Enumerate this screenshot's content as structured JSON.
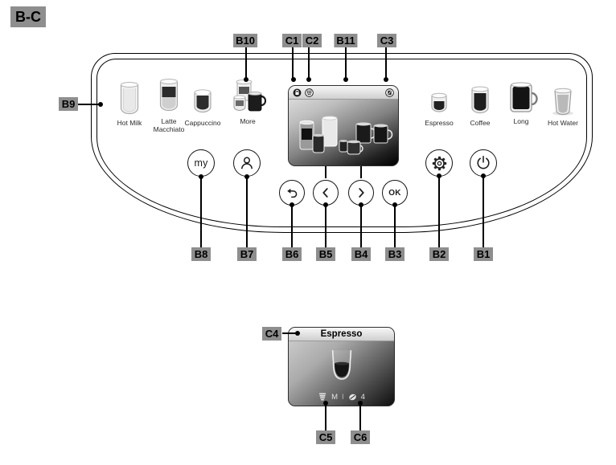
{
  "figure": {
    "label": "B-C"
  },
  "callouts": {
    "B1": "B1",
    "B2": "B2",
    "B3": "B3",
    "B4": "B4",
    "B5": "B5",
    "B6": "B6",
    "B7": "B7",
    "B8": "B8",
    "B9": "B9",
    "B10": "B10",
    "B11": "B11",
    "C1": "C1",
    "C2": "C2",
    "C3": "C3",
    "C4": "C4",
    "C5": "C5",
    "C6": "C6"
  },
  "panel": {
    "left_drinks": [
      {
        "label": "Hot Milk",
        "icon": "hot-milk-icon"
      },
      {
        "label": "Latte Macchiato",
        "icon": "latte-macchiato-icon"
      },
      {
        "label": "Cappuccino",
        "icon": "cappuccino-icon"
      },
      {
        "label": "More",
        "icon": "more-drinks-icon"
      }
    ],
    "right_drinks": [
      {
        "label": "Espresso",
        "icon": "espresso-icon"
      },
      {
        "label": "Coffee",
        "icon": "coffee-icon"
      },
      {
        "label": "Long",
        "icon": "long-icon"
      },
      {
        "label": "Hot Water",
        "icon": "hot-water-icon"
      }
    ],
    "buttons": {
      "my_label": "my",
      "ok_label": "OK",
      "icon_buttons": [
        "profile-icon",
        "back-icon",
        "chevron-left-icon",
        "chevron-right-icon",
        "gear-icon",
        "power-icon"
      ]
    },
    "screen": {
      "status_icons_left": [
        "lock-icon",
        "bean-grid-icon"
      ],
      "status_icons_right": [
        "water-filter-icon"
      ],
      "content": "drinks-carousel-image"
    }
  },
  "detail_screen": {
    "title": "Espresso",
    "size_icon": "quantity-icon",
    "size_value": "M",
    "separator": "I",
    "aroma_icon": "aroma-bean-icon",
    "aroma_value": "4"
  },
  "colors": {
    "callout_bg": "#8e8e8e",
    "line": "#000000",
    "screen_light": "#e9e9e9",
    "screen_dark": "#000000"
  }
}
